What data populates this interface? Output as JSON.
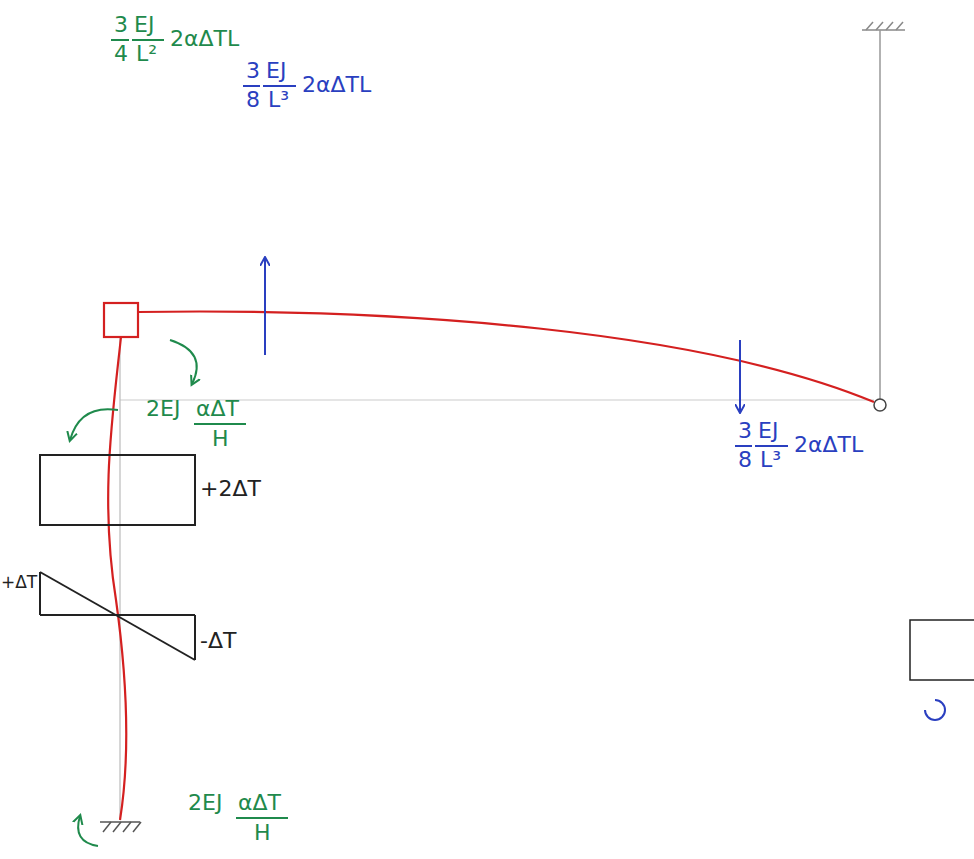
{
  "diagram": {
    "labels": [
      "3",
      "4",
      "EJ",
      "L²",
      "2αΔTL",
      "3",
      "8",
      "EJ",
      "L³",
      "2αΔTL",
      "2EJ",
      "αΔT",
      "H",
      "+2ΔT",
      "+ΔT",
      "-ΔT",
      "3",
      "8",
      "EJ",
      "L³",
      "2αΔTL",
      "2EJ",
      "αΔT",
      "H"
    ]
  }
}
